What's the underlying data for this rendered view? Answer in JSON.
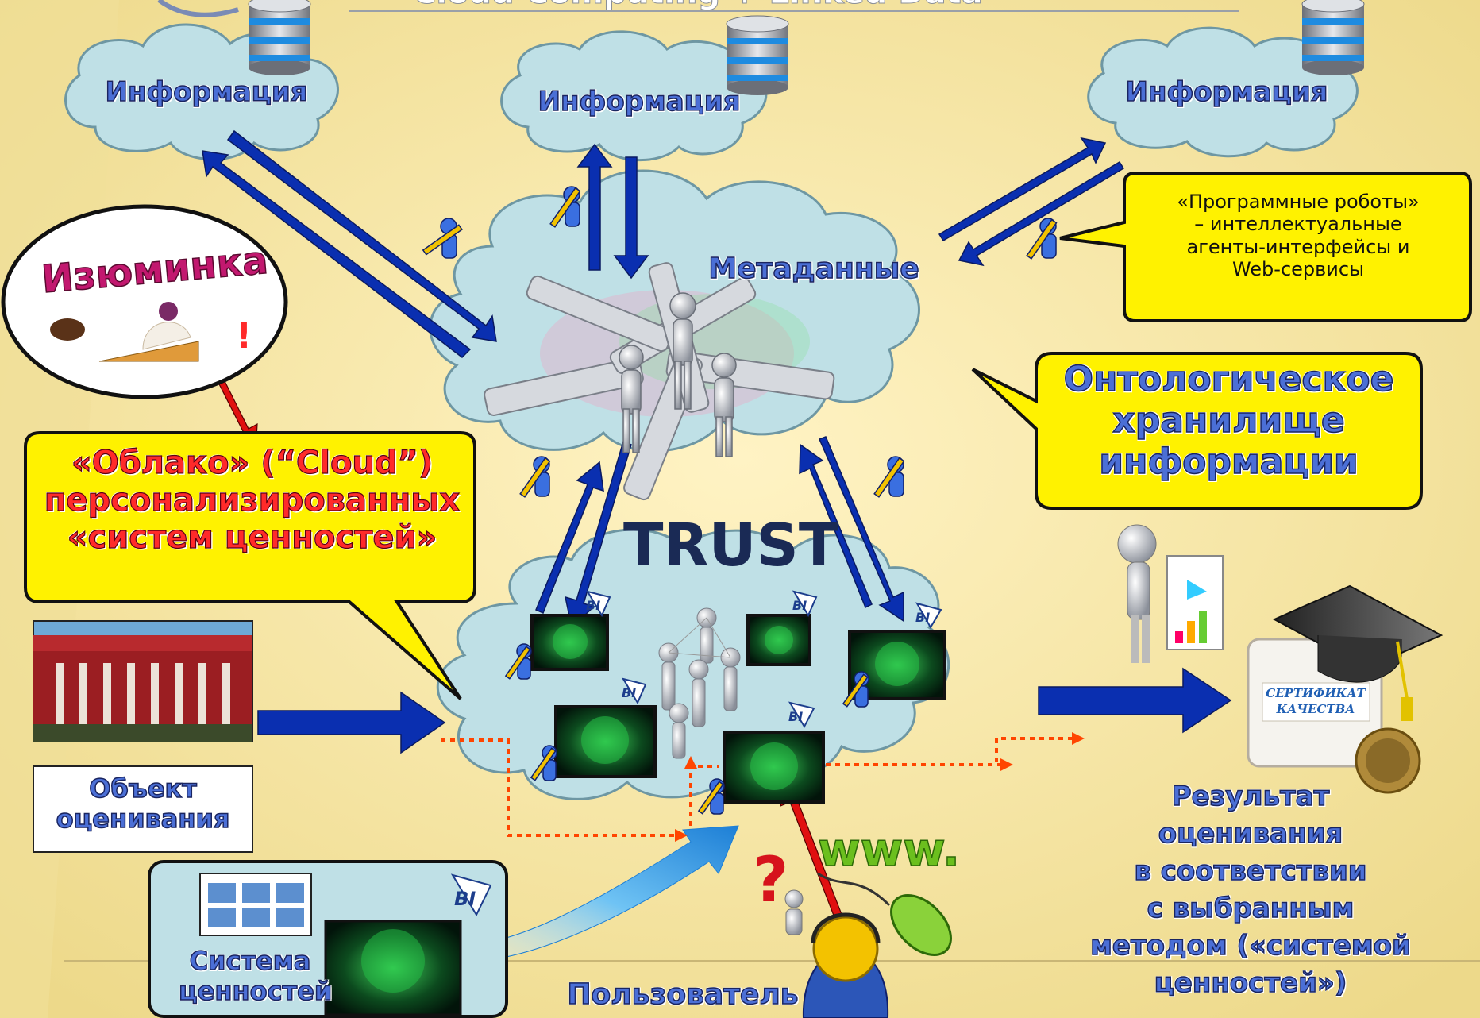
{
  "header": {
    "title": "Cloud Computing + Linked Data"
  },
  "clouds": {
    "info_left": "Информация",
    "info_center": "Информация",
    "info_right": "Информация",
    "metadata": "Метаданные"
  },
  "callouts": {
    "robots": "«Программные роботы»\n– интеллектуальные\nагенты-интерфейсы и\nWeb-сервисы",
    "ontology": "Онтологическое\nхранилище\nинформации",
    "cloud_values": "«Облако» (“Cloud”)\nперсонализированных\n«систем ценностей»",
    "izuminka": "Изюминка",
    "izuminka_mark": "!"
  },
  "logos": {
    "trust": "TRUST",
    "bi": "BI",
    "www": "www.",
    "question": "?"
  },
  "labels": {
    "object": "Объект\nоценивания",
    "values_system": "Система\nценностей",
    "user": "Пользователь",
    "result": "Результат\nоценивания\nв соответствии\nс выбранным\nметодом («системой\nценностей»)",
    "certificate": "СЕРТИФИКАТ\nКАЧЕСТВА"
  },
  "colors": {
    "background": "#f6e7a8",
    "cloud_fill": "#bfe0e6",
    "cloud_stroke": "#6e97a3",
    "arrow_blue": "#0a2fb0",
    "arrow_red": "#e01010",
    "dotted_orange": "#ff4500",
    "callout_yellow": "#fff200",
    "text_blue": "#4b6fd6"
  }
}
